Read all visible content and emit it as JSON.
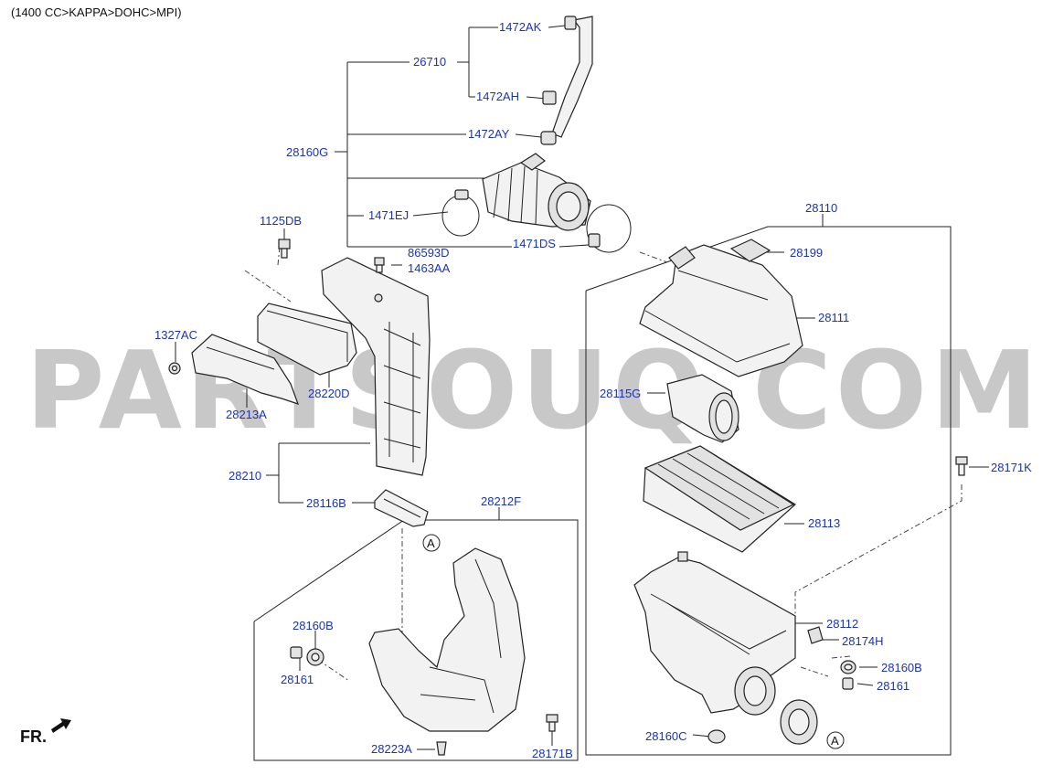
{
  "header": {
    "variant": "(1400 CC>KAPPA>DOHC>MPI)"
  },
  "watermark": "PARTSOUQ.COM",
  "front_marker": "FR.",
  "ref_marker": "A",
  "labels": {
    "p1472AK": "1472AK",
    "p26710": "26710",
    "p1472AH": "1472AH",
    "p1472AY": "1472AY",
    "p28160G": "28160G",
    "p1471EJ": "1471EJ",
    "p1471DS": "1471DS",
    "p1125DB": "1125DB",
    "p86593D": "86593D",
    "p1463AA": "1463AA",
    "p1327AC": "1327AC",
    "p28220D": "28220D",
    "p28213A": "28213A",
    "p28210": "28210",
    "p28116B": "28116B",
    "p28212F": "28212F",
    "p28160B_left": "28160B",
    "p28161_left": "28161",
    "p28223A": "28223A",
    "p28171B": "28171B",
    "p28110": "28110",
    "p28199": "28199",
    "p28111": "28111",
    "p28115G": "28115G",
    "p28171K": "28171K",
    "p28113": "28113",
    "p28112": "28112",
    "p28174H": "28174H",
    "p28160B_right": "28160B",
    "p28161_right": "28161",
    "p28160C": "28160C"
  }
}
